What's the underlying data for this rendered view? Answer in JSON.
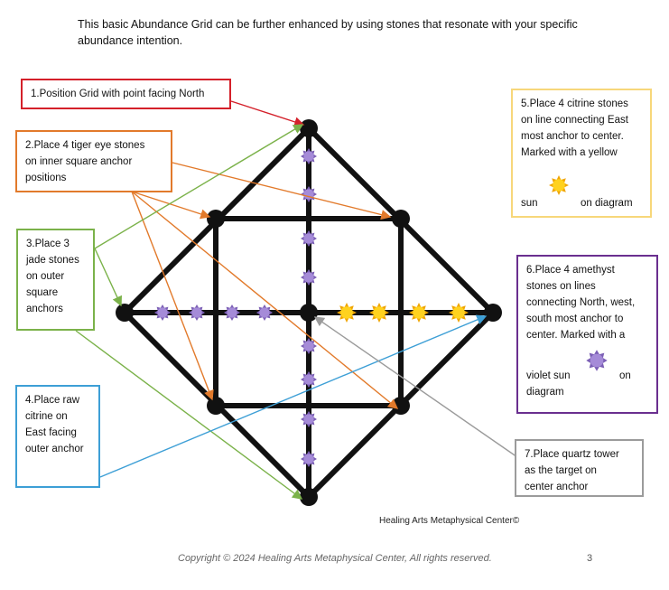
{
  "intro": "This basic Abundance Grid can be further enhanced by using stones that resonate with your specific abundance intention.",
  "boxes": {
    "b1": "1.Position Grid with point facing North",
    "b2_l1": "2.Place 4 tiger eye stones",
    "b2_l2": "on inner square anchor",
    "b2_l3": "positions",
    "b3_l1": "3.Place 3",
    "b3_l2": "jade stones",
    "b3_l3": "on outer",
    "b3_l4": "square",
    "b3_l5": "anchors",
    "b4_l1": "4.Place raw",
    "b4_l2": "citrine on",
    "b4_l3": "East facing",
    "b4_l4": "outer anchor",
    "b5_l1": "5.Place 4 citrine stones",
    "b5_l2": "on line connecting East",
    "b5_l3": "most anchor to center.",
    "b5_l4": "Marked with a yellow",
    "b5_sun": "sun",
    "b5_on": "on diagram",
    "b6_l1": "6.Place 4 amethyst",
    "b6_l2": "stones on lines",
    "b6_l3": "connecting North, west,",
    "b6_l4": "south most anchor to",
    "b6_l5": "center. Marked with a",
    "b6_violet": "violet sun",
    "b6_on": "on",
    "b6_diagram": "diagram",
    "b7_l1": "7.Place quartz tower",
    "b7_l2": "as the target on",
    "b7_l3": "center anchor"
  },
  "colors": {
    "red": "#d4202a",
    "orange": "#e27a2b",
    "green": "#7bb24a",
    "blue": "#3d9fd6",
    "yellow_border": "#f7d77a",
    "purple": "#6a2f8f",
    "gray": "#9b9b9b",
    "violet_sun": "#9b7fd1",
    "yellow_sun": "#f5c518"
  },
  "credit": "Healing Arts Metaphysical Center©",
  "footer": "Copyright © 2024 Healing Arts Metaphysical Center, All rights reserved.",
  "page_number": "3"
}
